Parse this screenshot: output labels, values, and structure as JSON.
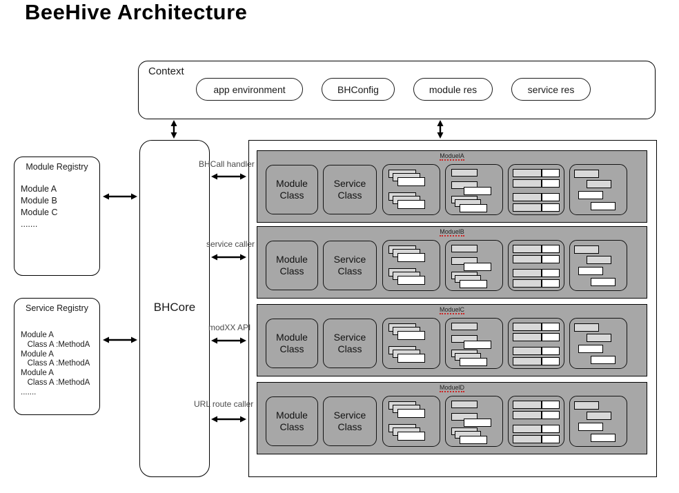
{
  "title": "BeeHive Architecture",
  "context": {
    "label": "Context",
    "pills": [
      "app environment",
      "BHConfig",
      "module res",
      "service res"
    ]
  },
  "module_registry": {
    "title": "Module Registry",
    "items": [
      "Module A",
      "Module B",
      "Module C",
      "......."
    ]
  },
  "service_registry": {
    "title": "Service Registry",
    "items": [
      "Module A",
      "   Class A :MethodA",
      "Module A",
      "   Class A :MethodA",
      "Module A",
      "   Class A :MethodA",
      "......."
    ]
  },
  "bhcore": {
    "label": "BHCore"
  },
  "connectors": {
    "labels": [
      "BHCall handler",
      "service caller",
      "modXX API",
      "URL route caller"
    ]
  },
  "modules_panel": {
    "rows": [
      {
        "label": "ModuelA",
        "module_class": "Module Class",
        "service_class": "Service Class",
        "icons": [
          "stacked-cards-icon",
          "overlapping-bars-icon",
          "split-rows-icon",
          "cascade-bars-icon"
        ]
      },
      {
        "label": "ModuelB",
        "module_class": "Module Class",
        "service_class": "Service Class",
        "icons": [
          "stacked-cards-icon",
          "overlapping-bars-icon",
          "split-rows-icon",
          "cascade-bars-icon"
        ]
      },
      {
        "label": "ModuelC",
        "module_class": "Module Class",
        "service_class": "Service Class",
        "icons": [
          "stacked-cards-icon",
          "overlapping-bars-icon",
          "split-rows-icon",
          "cascade-bars-icon"
        ]
      },
      {
        "label": "ModuelD",
        "module_class": "Module Class",
        "service_class": "Service Class",
        "icons": [
          "stacked-cards-icon",
          "overlapping-bars-icon",
          "split-rows-icon",
          "cascade-bars-icon"
        ]
      }
    ]
  },
  "colors": {
    "row_gray": "#a7a7a7",
    "bar_light": "#d8d8d8",
    "bar_white": "#ffffff",
    "underline_red": "#cc2222",
    "connector_label_gray": "#4a4a4a"
  }
}
